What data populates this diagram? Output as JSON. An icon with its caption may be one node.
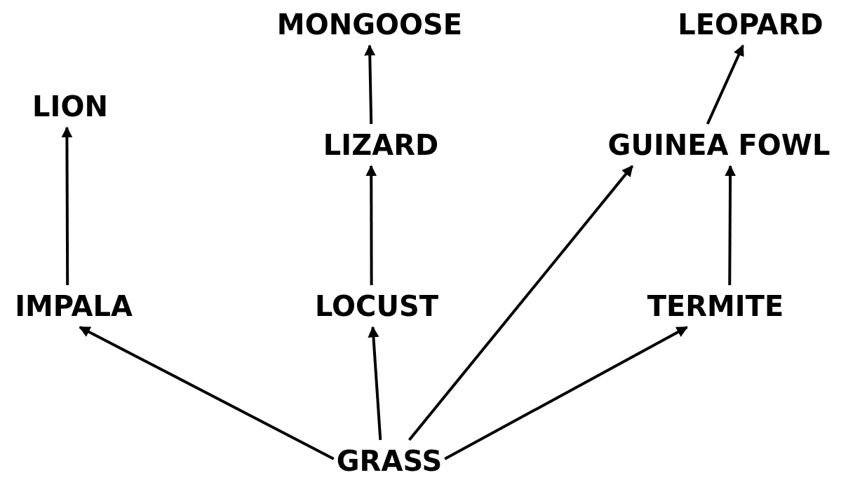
{
  "diagram": {
    "nodes": [
      {
        "text": [
          "MONGOOSE"
        ]
      },
      {
        "text": [
          "LEOPARD"
        ]
      },
      {
        "text": [
          "LION"
        ]
      },
      {
        "text": [
          "LIZARD"
        ]
      },
      {
        "text": [
          "GUINEA FOWL"
        ]
      },
      {
        "text": [
          "IMPALA"
        ]
      },
      {
        "text": [
          "LOCUST"
        ]
      },
      {
        "text": [
          "TERMITE"
        ]
      },
      {
        "text": [
          "GRASS"
        ]
      }
    ],
    "edges": [
      {
        "from": 8,
        "to": 5,
        "arrow": "to"
      },
      {
        "from": 8,
        "to": 6,
        "arrow": "to"
      },
      {
        "from": 8,
        "to": 4,
        "arrow": "to"
      },
      {
        "from": 8,
        "to": 7,
        "arrow": "to"
      },
      {
        "from": 5,
        "to": 2,
        "arrow": "to"
      },
      {
        "from": 6,
        "to": 3,
        "arrow": "to"
      },
      {
        "from": 3,
        "to": 0,
        "arrow": "to"
      },
      {
        "from": 7,
        "to": 4,
        "arrow": "to"
      },
      {
        "from": 4,
        "to": 1,
        "arrow": "to"
      }
    ]
  }
}
